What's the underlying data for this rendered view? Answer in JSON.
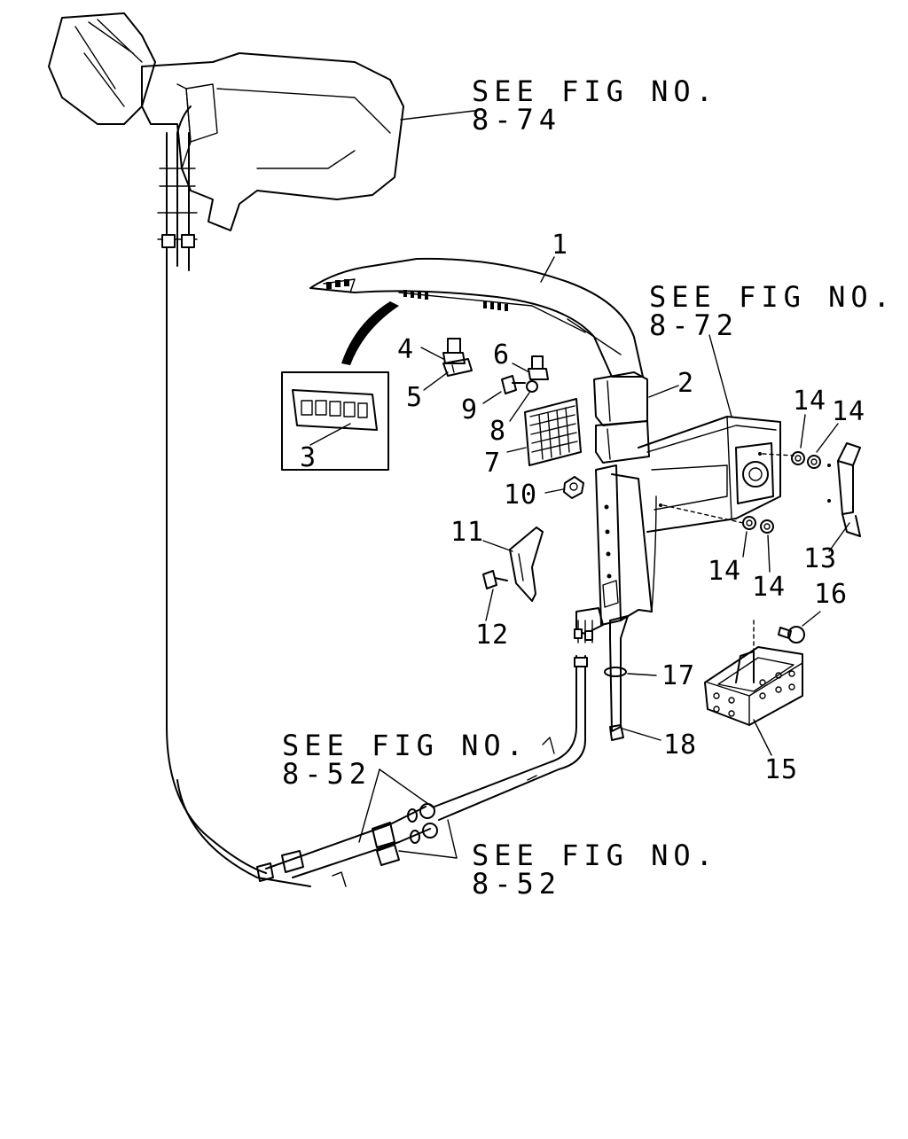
{
  "references": {
    "fig_8_74": {
      "line1": "SEE FIG NO.",
      "line2": "8-74"
    },
    "fig_8_72": {
      "line1": "SEE FIG NO.",
      "line2": "8-72"
    },
    "fig_8_52_a": {
      "line1": "SEE FIG NO.",
      "line2": "8-52"
    },
    "fig_8_52_b": {
      "line1": "SEE FIG NO.",
      "line2": "8-52"
    }
  },
  "callouts": {
    "c1": "1",
    "c2": "2",
    "c3": "3",
    "c4": "4",
    "c5": "5",
    "c6": "6",
    "c7": "7",
    "c8": "8",
    "c9": "9",
    "c10": "10",
    "c11": "11",
    "c12": "12",
    "c13": "13",
    "c14a": "14",
    "c14b": "14",
    "c14c": "14",
    "c14d": "14",
    "c15": "15",
    "c16": "16",
    "c17": "17",
    "c18": "18"
  }
}
